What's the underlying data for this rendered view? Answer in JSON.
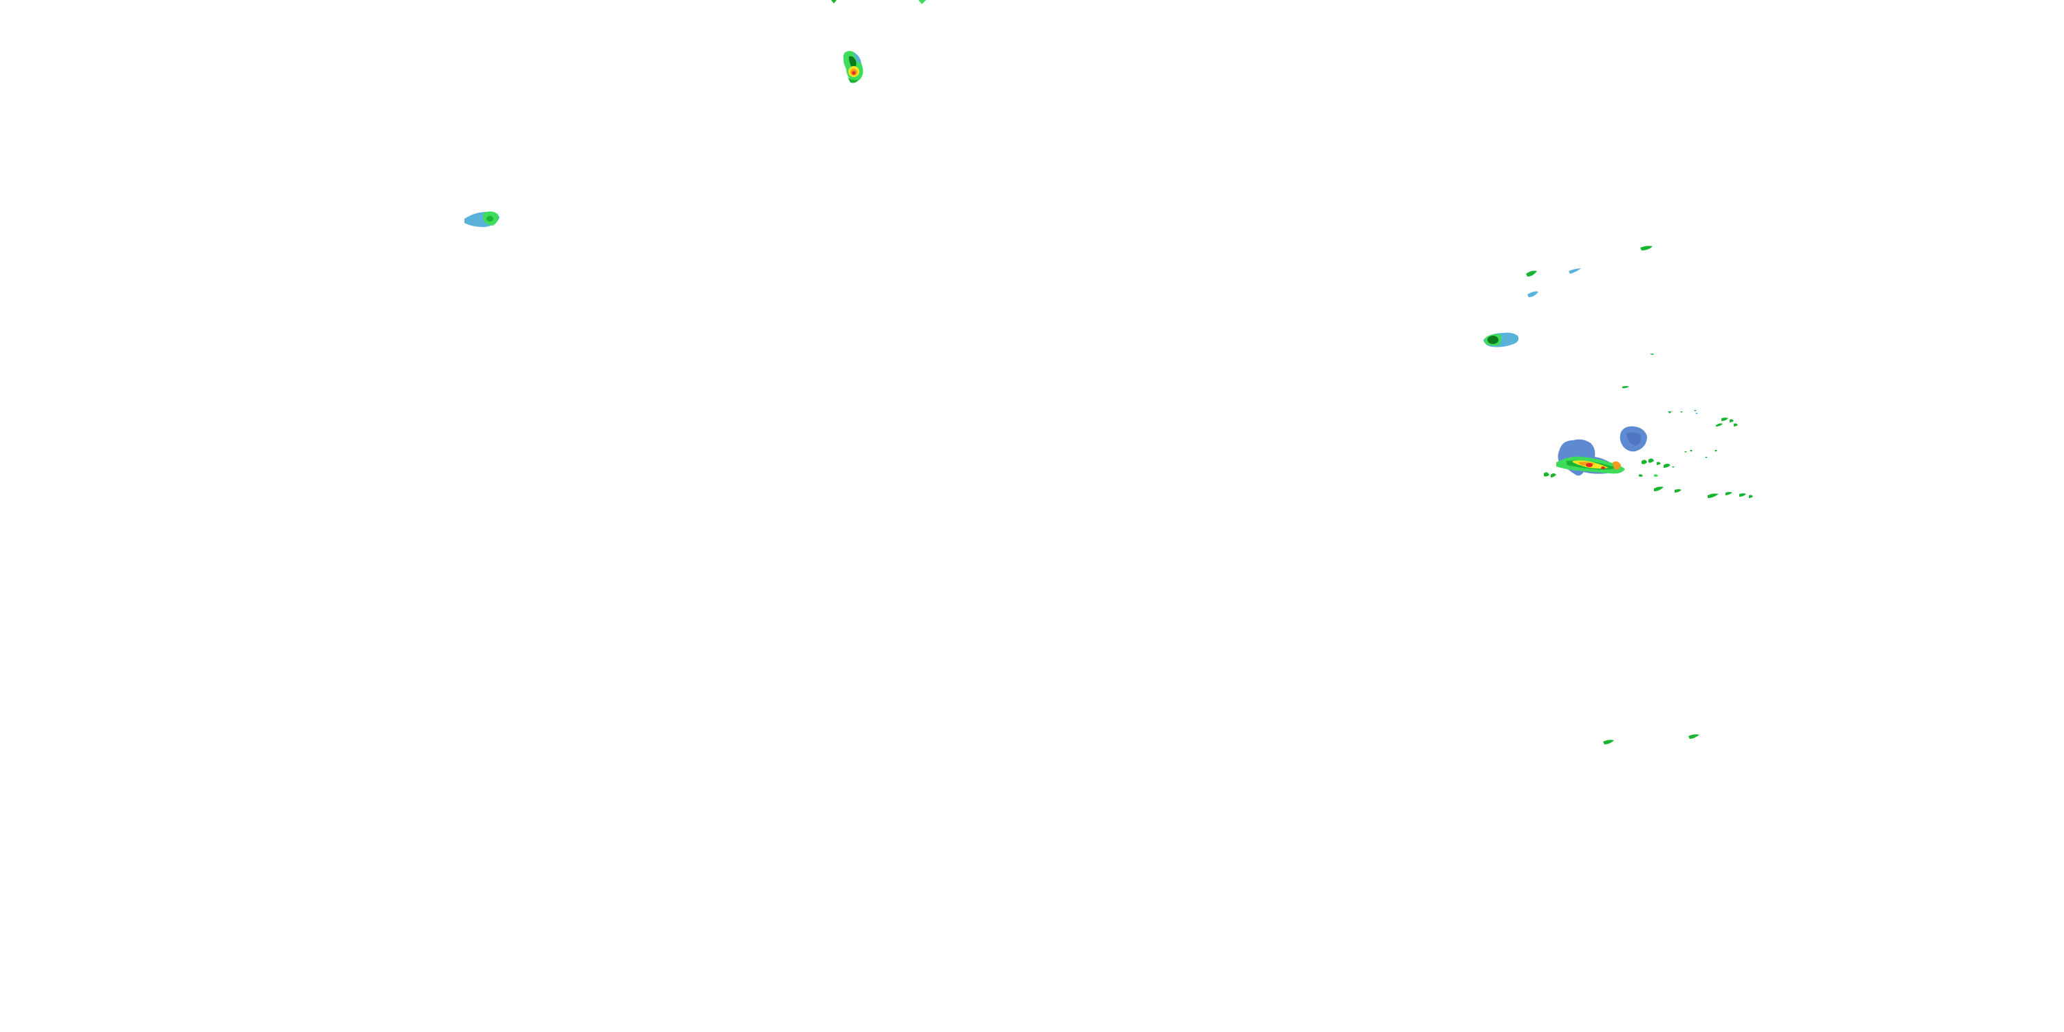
{
  "map": {
    "type": "radar-reflectivity-overlay",
    "background": "#ffffff",
    "reflectivity_colors": {
      "light_blue": "#58b2d9",
      "slate_blue": "#5d8ad0",
      "dark_blue": "#4666b8",
      "light_green": "#3fdc5c",
      "green": "#19b531",
      "dark_green": "#0d7a1f",
      "yellow": "#f4e422",
      "orange": "#f39a1e",
      "red": "#e02a1c"
    },
    "echo_clusters": [
      "northwest-small-echo",
      "north-central-convective-cell",
      "east-central-echo",
      "east-convective-line",
      "east-blue-stratiform-patch",
      "southeast-scattered-echoes"
    ]
  }
}
